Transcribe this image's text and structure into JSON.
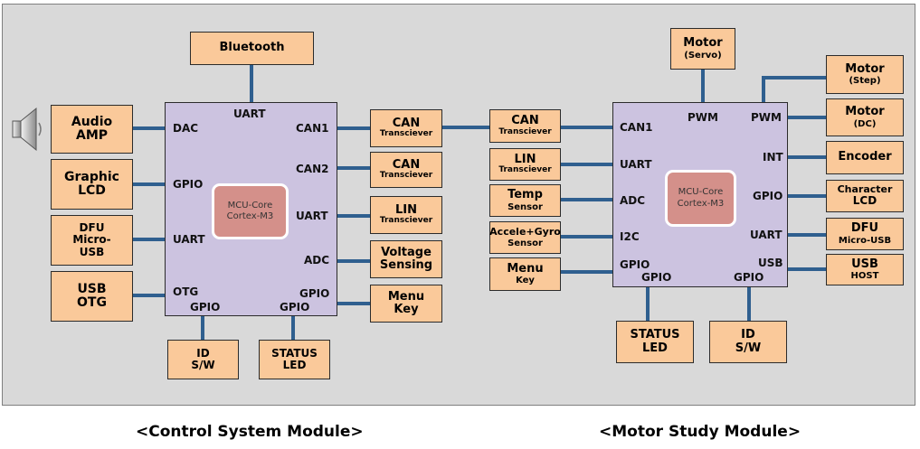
{
  "left_module": {
    "caption": "<Control System Module>",
    "mcu": {
      "core_line1": "MCU-Core",
      "core_line2": "Cortex-M3"
    },
    "pins": {
      "uart_top": "UART",
      "dac": "DAC",
      "gpio_left": "GPIO",
      "uart_left": "UART",
      "otg": "OTG",
      "gpio_bottom_left": "GPIO",
      "gpio_bottom_right": "GPIO",
      "can1": "CAN1",
      "can2": "CAN2",
      "uart_right": "UART",
      "adc": "ADC",
      "gpio_right": "GPIO"
    },
    "blocks": {
      "bluetooth": "Bluetooth",
      "audio_amp": [
        "Audio",
        "AMP"
      ],
      "graphic_lcd": [
        "Graphic",
        "LCD"
      ],
      "dfu": [
        "DFU",
        "Micro-",
        "USB"
      ],
      "usb_otg": [
        "USB",
        "OTG"
      ],
      "id_sw": [
        "ID",
        "S/W"
      ],
      "status_led": [
        "STATUS",
        "LED"
      ],
      "can1": [
        "CAN",
        "Transciever"
      ],
      "can2": [
        "CAN",
        "Transciever"
      ],
      "lin": [
        "LIN",
        "Transciever"
      ],
      "voltage": [
        "Voltage",
        "Sensing"
      ],
      "menu_key": [
        "Menu",
        "Key"
      ]
    }
  },
  "right_module": {
    "caption": "<Motor Study Module>",
    "mcu": {
      "core_line1": "MCU-Core",
      "core_line2": "Cortex-M3"
    },
    "pins": {
      "pwm_left": "PWM",
      "pwm_right": "PWM",
      "can1": "CAN1",
      "uart": "UART",
      "adc": "ADC",
      "i2c": "I2C",
      "gpio_left": "GPIO",
      "gpio_bottom_left": "GPIO",
      "gpio_bottom_right": "GPIO",
      "int": "INT",
      "gpio_right": "GPIO",
      "uart_right": "UART",
      "usb": "USB"
    },
    "blocks": {
      "motor_servo": [
        "Motor",
        "(Servo)"
      ],
      "motor_step": [
        "Motor",
        "(Step)"
      ],
      "motor_dc": [
        "Motor",
        "(DC)"
      ],
      "encoder": "Encoder",
      "char_lcd": [
        "Character",
        "LCD"
      ],
      "dfu": [
        "DFU",
        "Micro-USB"
      ],
      "usb_host": [
        "USB",
        "HOST"
      ],
      "can": [
        "CAN",
        "Transciever"
      ],
      "lin": [
        "LIN",
        "Transciever"
      ],
      "temp": [
        "Temp",
        "Sensor"
      ],
      "accel": [
        "Accele+Gyro",
        "Sensor"
      ],
      "menu_key": [
        "Menu",
        "Key"
      ],
      "status_led": [
        "STATUS",
        "LED"
      ],
      "id_sw": [
        "ID",
        "S/W"
      ]
    }
  },
  "colors": {
    "block": "#fac99a",
    "mcu": "#ccc3e0",
    "core": "#d4908a",
    "wire": "#2f5f8f",
    "panel": "#d9d9d9"
  }
}
